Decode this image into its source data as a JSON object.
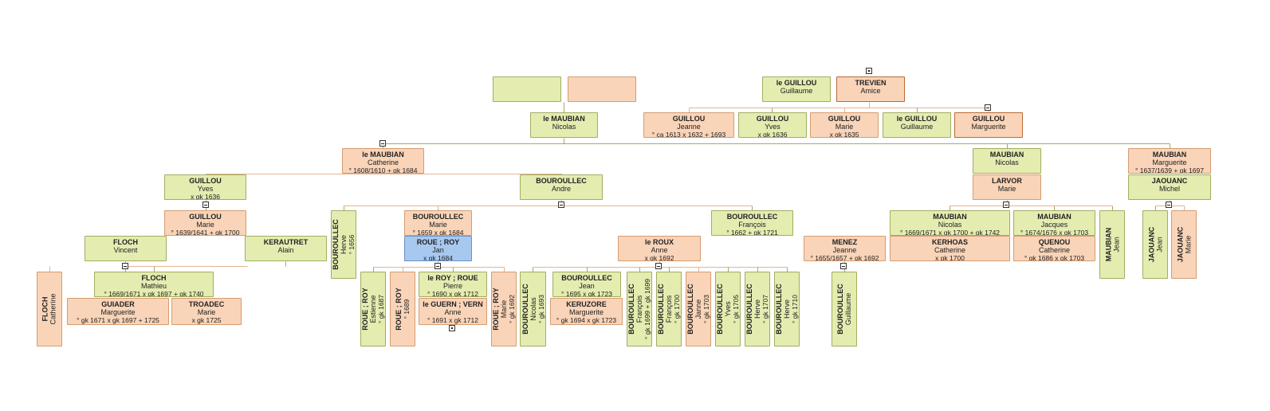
{
  "colors": {
    "male": "#e4ecb0",
    "female": "#f9d4b8",
    "selected": "#a7c8ef",
    "line_male": "#a3ad62",
    "line_female": "#e3b591"
  },
  "persons": [
    {
      "id": "unk_father",
      "sex": "m",
      "sur": "",
      "giv": "",
      "dat": ""
    },
    {
      "id": "unk_mother",
      "sex": "f",
      "sur": "",
      "giv": "",
      "dat": ""
    },
    {
      "id": "guillou_guillaume",
      "sex": "m",
      "sur": "le GUILLOU",
      "giv": "Guillaume",
      "dat": ""
    },
    {
      "id": "trevien_amice",
      "sex": "fdark",
      "sur": "TREVIEN",
      "giv": "Amice",
      "dat": ""
    },
    {
      "id": "maubian_nicolas_root",
      "sex": "m",
      "sur": "le MAUBIAN",
      "giv": "Nicolas",
      "dat": ""
    },
    {
      "id": "guillou_jeanne",
      "sex": "f",
      "sur": "GUILLOU",
      "giv": "Jeanne",
      "dat": "° ca 1613   x 1632   + 1693"
    },
    {
      "id": "guillou_yves_top",
      "sex": "m",
      "sur": "GUILLOU",
      "giv": "Yves",
      "dat": "x gk 1636"
    },
    {
      "id": "guillou_marie_top",
      "sex": "f",
      "sur": "GUILLOU",
      "giv": "Marie",
      "dat": "x gk 1635"
    },
    {
      "id": "guillou_guillaume_jr",
      "sex": "m",
      "sur": "le GUILLOU",
      "giv": "Guillaume",
      "dat": ""
    },
    {
      "id": "guillou_marguerite",
      "sex": "fdark",
      "sur": "GUILLOU",
      "giv": "Marguerite",
      "dat": ""
    },
    {
      "id": "maubian_catherine",
      "sex": "f",
      "sur": "le MAUBIAN",
      "giv": "Catherine",
      "dat": "° 1608/1610   + gk 1684"
    },
    {
      "id": "maubian_nicolas_2",
      "sex": "m",
      "sur": "MAUBIAN",
      "giv": "Nicolas",
      "dat": ""
    },
    {
      "id": "maubian_marguerite",
      "sex": "f",
      "sur": "MAUBIAN",
      "giv": "Marguerite",
      "dat": "° 1637/1639   + gk 1697"
    },
    {
      "id": "guillou_yves_2",
      "sex": "m",
      "sur": "GUILLOU",
      "giv": "Yves",
      "dat": "x gk 1636"
    },
    {
      "id": "bouroullec_andre",
      "sex": "m",
      "sur": "BOUROULLEC",
      "giv": "Andre",
      "dat": ""
    },
    {
      "id": "larvor_marie",
      "sex": "f",
      "sur": "LARVOR",
      "giv": "Marie",
      "dat": ""
    },
    {
      "id": "jaouanc_michel",
      "sex": "m",
      "sur": "JAOUANC",
      "giv": "Michel",
      "dat": ""
    },
    {
      "id": "guillou_marie_2",
      "sex": "f",
      "sur": "GUILLOU",
      "giv": "Marie",
      "dat": "° 1639/1641   + gk 1700"
    },
    {
      "id": "bouroullec_herve_v",
      "sex": "m",
      "sur": "BOUROULLEC",
      "giv": "Herve",
      "dat": "° 1656"
    },
    {
      "id": "bouroullec_marie",
      "sex": "f",
      "sur": "BOUROULLEC",
      "giv": "Marie",
      "dat": "° 1659   x gk 1684"
    },
    {
      "id": "bouroullec_francois",
      "sex": "m",
      "sur": "BOUROULLEC",
      "giv": "François",
      "dat": "° 1662   + gk 1721"
    },
    {
      "id": "maubian_nicolas_3",
      "sex": "m",
      "sur": "MAUBIAN",
      "giv": "Nicolas",
      "dat": "° 1669/1671   x gk 1700   + gk 1742"
    },
    {
      "id": "maubian_jacques",
      "sex": "m",
      "sur": "MAUBIAN",
      "giv": "Jacques",
      "dat": "° 1674/1676   x gk 1703"
    },
    {
      "id": "maubian_jean",
      "sex": "m",
      "sur": "MAUBIAN",
      "giv": "Jean",
      "dat": ""
    },
    {
      "id": "jaouanc_jean",
      "sex": "m",
      "sur": "JAOUANC",
      "giv": "Jean",
      "dat": ""
    },
    {
      "id": "jaouanc_marie",
      "sex": "f",
      "sur": "JAOUANC",
      "giv": "Marie",
      "dat": ""
    },
    {
      "id": "floch_vincent",
      "sex": "m",
      "sur": "FLOCH",
      "giv": "Vincent",
      "dat": ""
    },
    {
      "id": "kerautret_alain",
      "sex": "m",
      "sur": "KERAUTRET",
      "giv": "Alain",
      "dat": ""
    },
    {
      "id": "roue_roy_jan",
      "sex": "s",
      "sur": "ROUE ; ROY",
      "giv": "Jan",
      "dat": "x gk 1684"
    },
    {
      "id": "roux_anne",
      "sex": "f",
      "sur": "le ROUX",
      "giv": "Anne",
      "dat": "x gk 1692"
    },
    {
      "id": "menez_jeanne",
      "sex": "f",
      "sur": "MENEZ",
      "giv": "Jeanne",
      "dat": "° 1655/1657   + gk 1692"
    },
    {
      "id": "kerhoas_catherine",
      "sex": "f",
      "sur": "KERHOAS",
      "giv": "Catherine",
      "dat": "x gk 1700"
    },
    {
      "id": "quenou_catherine",
      "sex": "f",
      "sur": "QUENOU",
      "giv": "Catherine",
      "dat": "° gk 1686   x gk 1703"
    },
    {
      "id": "floch_catherine",
      "sex": "f",
      "sur": "FLOCH",
      "giv": "Catherine",
      "dat": ""
    },
    {
      "id": "floch_mathieu",
      "sex": "m",
      "sur": "FLOCH",
      "giv": "Mathieu",
      "dat": "° 1669/1671   x gk 1697   + gk 1740"
    },
    {
      "id": "guiader_marguerite",
      "sex": "f",
      "sur": "GUIADER",
      "giv": "Marguerite",
      "dat": "° gk 1671   x gk 1697   + 1725"
    },
    {
      "id": "troadec_marie",
      "sex": "f",
      "sur": "TROADEC",
      "giv": "Marie",
      "dat": "x gk 1725"
    },
    {
      "id": "roue_roy_estienne",
      "sex": "m",
      "sur": "ROUE ; ROY",
      "giv": "Estienne",
      "dat": "° gk 1687"
    },
    {
      "id": "roue_roy_1689",
      "sex": "f",
      "sur": "ROUE ; ROY",
      "giv": "",
      "dat": "° 1689"
    },
    {
      "id": "roy_roue_pierre",
      "sex": "m",
      "sur": "le ROY ; ROUE",
      "giv": "Pierre",
      "dat": "° 1690   x gk 1712"
    },
    {
      "id": "guern_vern_anne",
      "sex": "f",
      "sur": "le GUERN ; VERN",
      "giv": "Anne",
      "dat": "° 1691   x gk 1712"
    },
    {
      "id": "roue_roy_marie",
      "sex": "f",
      "sur": "ROUE ; ROY",
      "giv": "Marie",
      "dat": "° gk 1692"
    },
    {
      "id": "bouroullec_nicolas",
      "sex": "m",
      "sur": "BOUROULLEC",
      "giv": "Nicolas",
      "dat": "° gk 1693"
    },
    {
      "id": "bouroullec_jean",
      "sex": "m",
      "sur": "BOUROULLEC",
      "giv": "Jean",
      "dat": "° 1695   x gk 1723"
    },
    {
      "id": "keruzore_marguerite",
      "sex": "f",
      "sur": "KERUZORE",
      "giv": "Marguerite",
      "dat": "° gk 1694   x gk 1723"
    },
    {
      "id": "bouroullec_francois_2",
      "sex": "m",
      "sur": "BOUROULLEC",
      "giv": "François",
      "dat": "° gk 1699   + gk 1699"
    },
    {
      "id": "bouroullec_francois_3",
      "sex": "m",
      "sur": "BOUROULLEC",
      "giv": "François",
      "dat": "° gk 1700"
    },
    {
      "id": "bouroullec_janne",
      "sex": "f",
      "sur": "BOUROULLEC",
      "giv": "Janne",
      "dat": "° gk 1703"
    },
    {
      "id": "bouroullec_yves",
      "sex": "m",
      "sur": "BOUROULLEC",
      "giv": "Yves",
      "dat": "° gk 1705"
    },
    {
      "id": "bouroullec_herve_2",
      "sex": "m",
      "sur": "BOUROULLEC",
      "giv": "Herve",
      "dat": "° gk 1707"
    },
    {
      "id": "bouroullec_herve_3",
      "sex": "m",
      "sur": "BOUROULLEC",
      "giv": "Herve",
      "dat": "° gk 1710"
    },
    {
      "id": "bouroullec_guillaume",
      "sex": "m",
      "sur": "BOUROULLEC",
      "giv": "Guillaume",
      "dat": ""
    }
  ]
}
